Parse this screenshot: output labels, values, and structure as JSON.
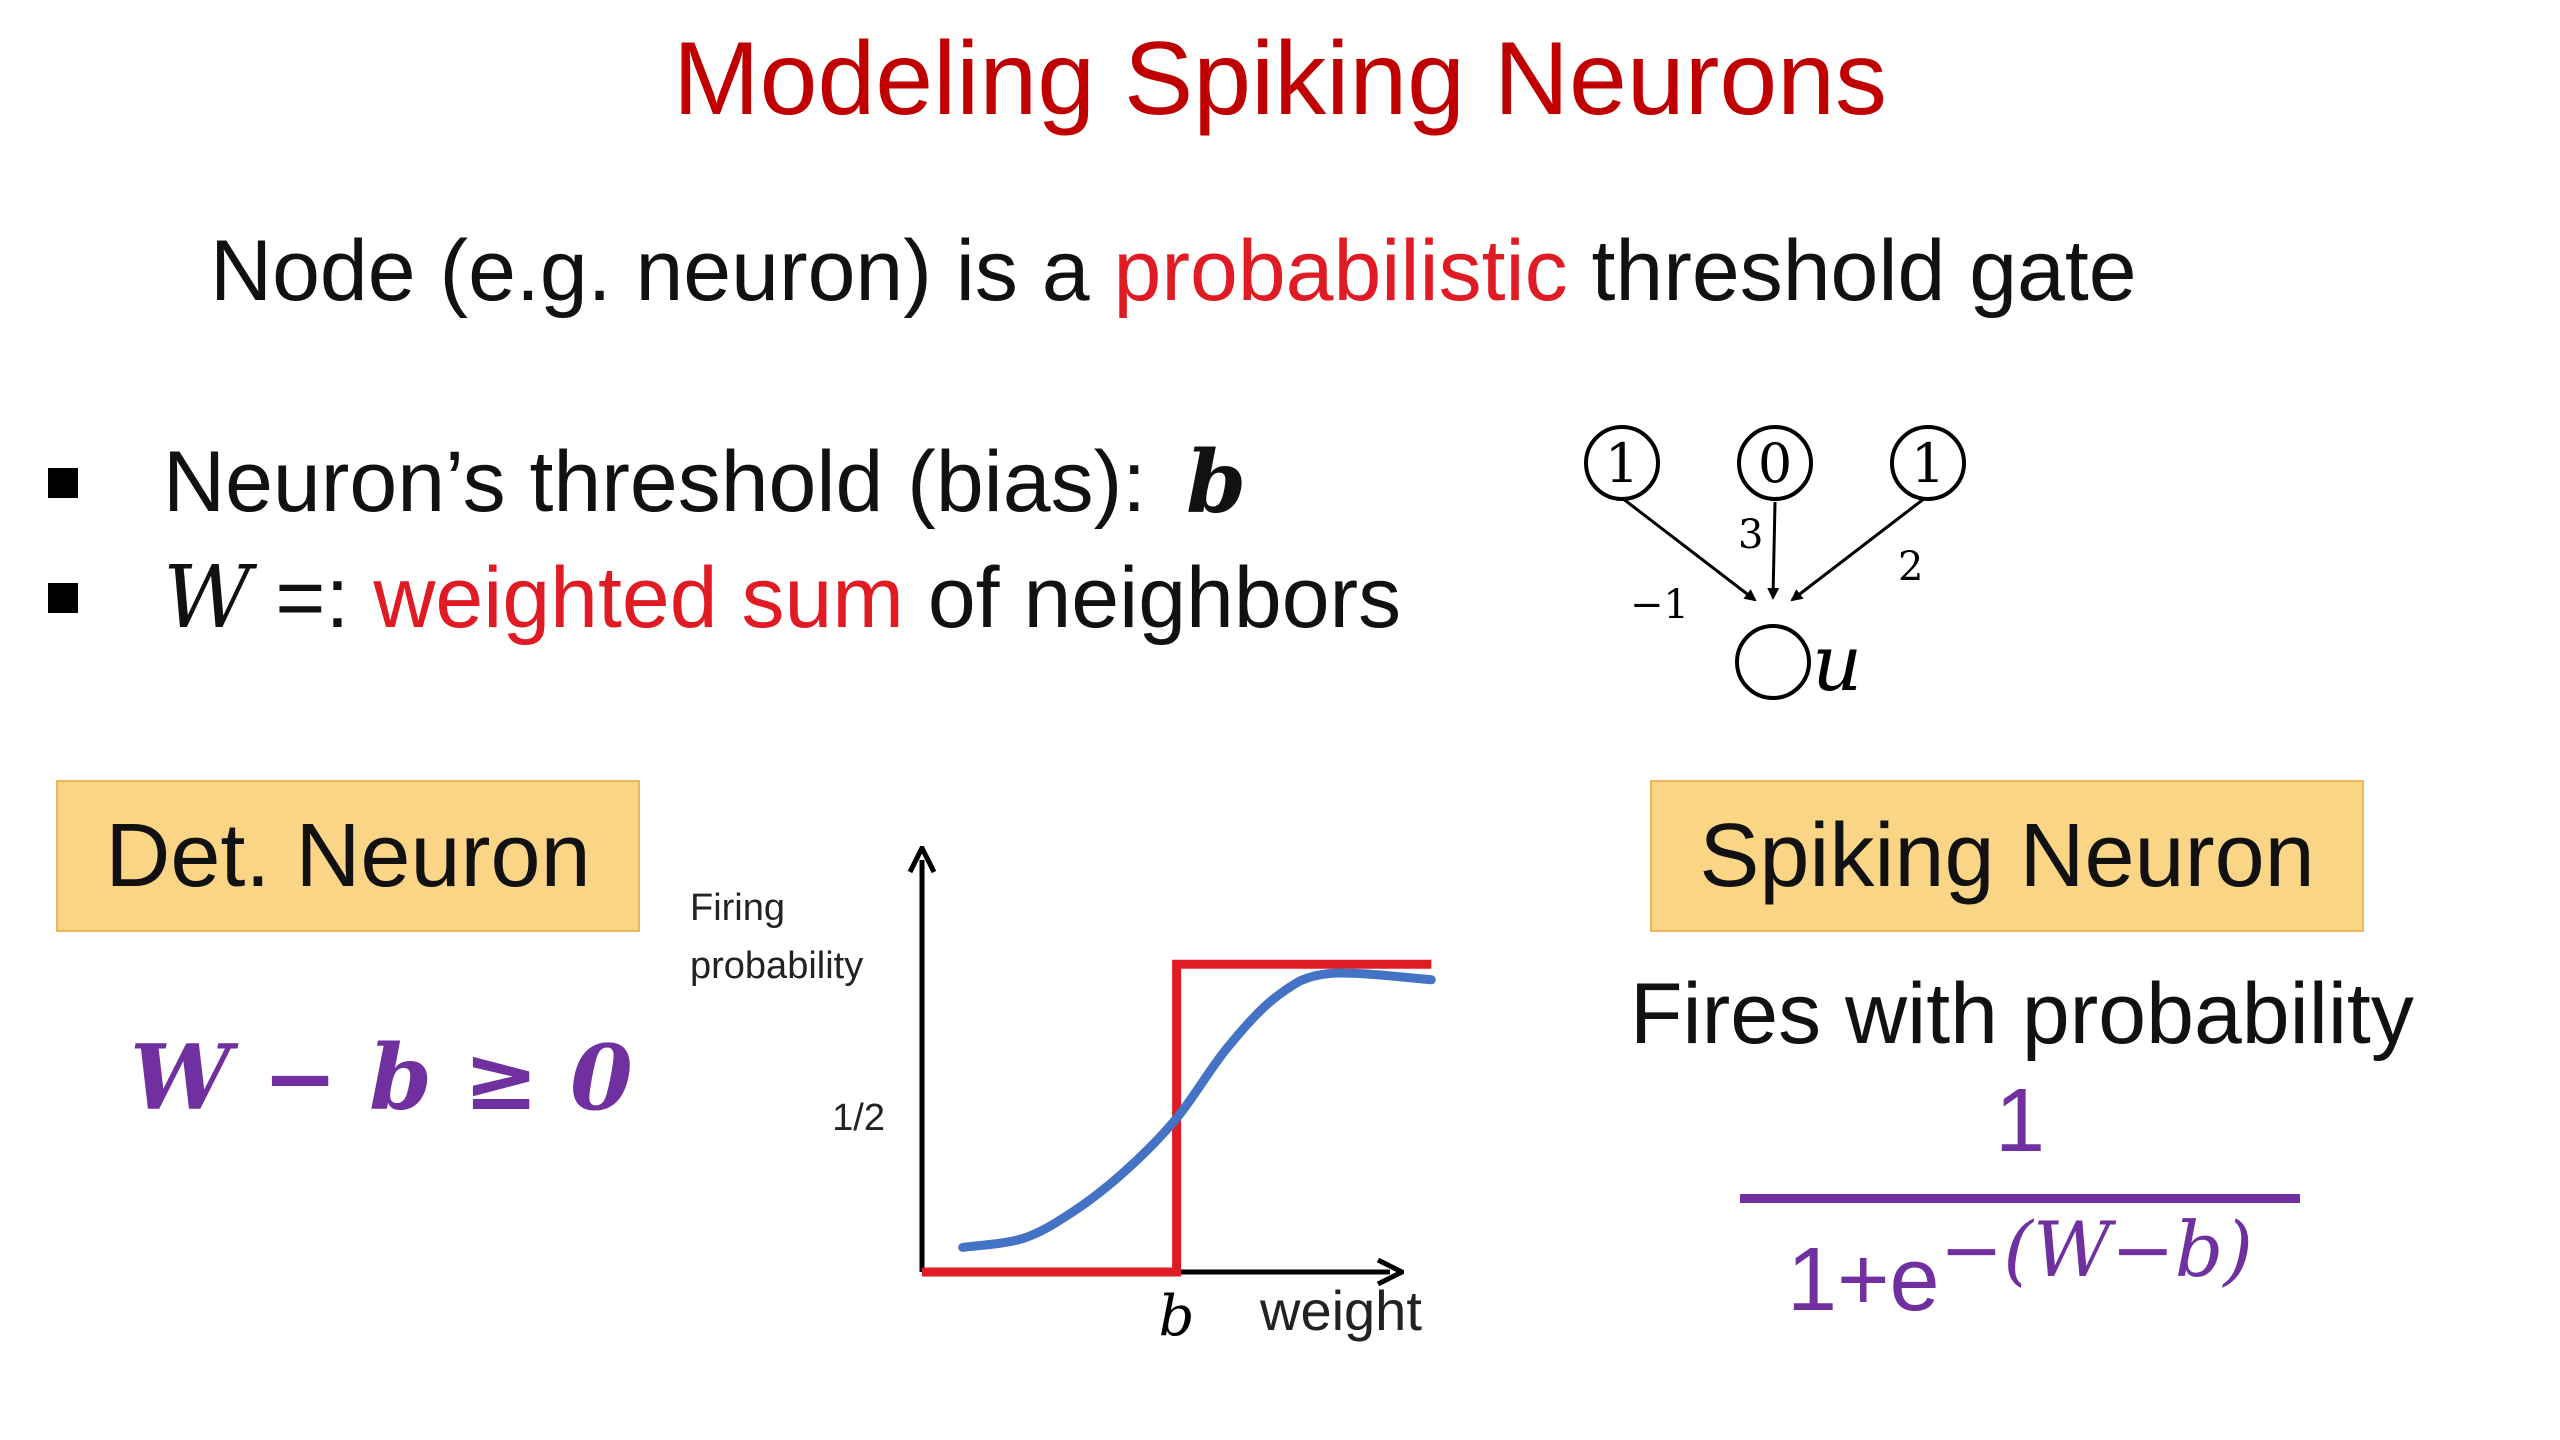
{
  "title": "Modeling Spiking Neurons",
  "subtitle": {
    "before": "Node (e.g. neuron) is a ",
    "highlight": "probabilistic",
    "after": " threshold gate"
  },
  "bullets": [
    {
      "text": "Neuron’s threshold (bias):",
      "var": "b"
    },
    {
      "var": "W",
      "op": " =:",
      "highlight": " weighted sum",
      "after": " of neighbors"
    }
  ],
  "det_neuron": {
    "label": "Det. Neuron",
    "formula": "W − b ≥ 0"
  },
  "spiking_neuron": {
    "label": "Spiking Neuron",
    "description": "Fires with probability",
    "numerator": "1",
    "denominator_base": "1+e",
    "denominator_exp": "−(W−b)"
  },
  "colors": {
    "title": "#c00000",
    "highlight": "#e01b24",
    "formula": "#7030a0",
    "box_fill": "#fbd586",
    "step_curve": "#e01b24",
    "sigmoid_curve": "#4472c4"
  },
  "chart_data": {
    "type": "line",
    "ylabel_line1": "Firing",
    "ylabel_line2": "probability",
    "xlabel": "weight",
    "x_tick": "b",
    "y_tick": "1/2",
    "series": [
      {
        "name": "",
        "kind": "step",
        "color": "#e01b24",
        "x": [
          0,
          0.5,
          0.5,
          1
        ],
        "y": [
          0,
          0,
          1,
          1
        ]
      },
      {
        "name": "",
        "kind": "sigmoid",
        "color": "#4472c4",
        "x": [
          0.08,
          0.2,
          0.3,
          0.4,
          0.5,
          0.6,
          0.7,
          0.8,
          1
        ],
        "y": [
          0.08,
          0.11,
          0.2,
          0.33,
          0.5,
          0.73,
          0.9,
          0.97,
          0.95
        ]
      }
    ],
    "xlim": [
      0,
      1.08
    ],
    "ylim": [
      0,
      1.3
    ]
  },
  "graph": {
    "nodes": [
      {
        "id": "n1",
        "label": "1"
      },
      {
        "id": "n2",
        "label": "0"
      },
      {
        "id": "n3",
        "label": "1"
      },
      {
        "id": "u",
        "label": "u"
      }
    ],
    "edges": [
      {
        "from": "n1",
        "to": "u",
        "weight": "−1"
      },
      {
        "from": "n2",
        "to": "u",
        "weight": "3"
      },
      {
        "from": "n3",
        "to": "u",
        "weight": "2"
      }
    ]
  }
}
